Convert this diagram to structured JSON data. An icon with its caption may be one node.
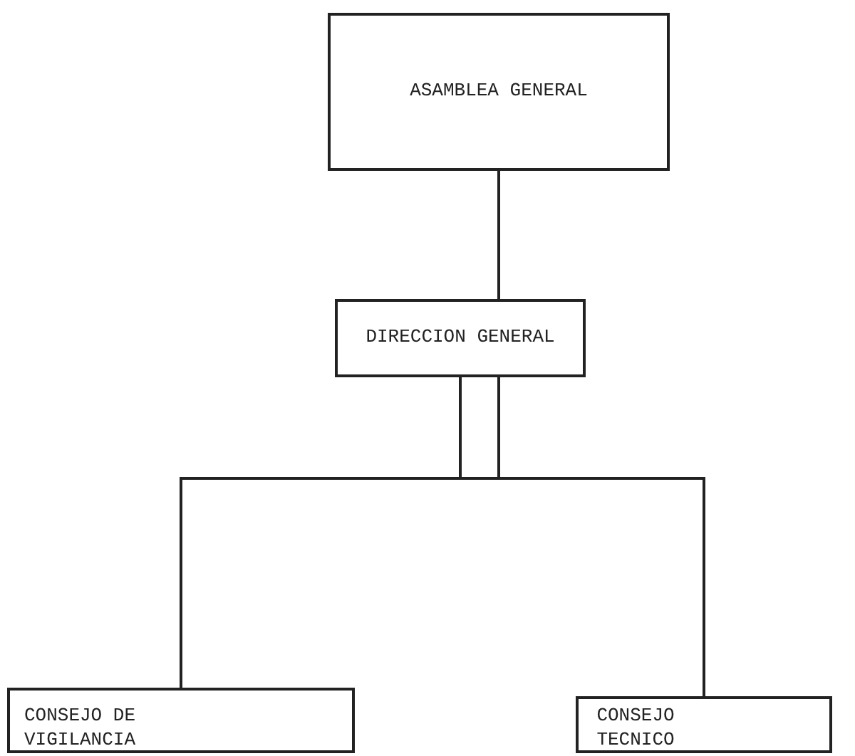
{
  "diagram": {
    "nodes": [
      {
        "text": [
          "ASAMBLEA GENERAL"
        ]
      },
      {
        "text": [
          "DIRECCION GENERAL"
        ]
      },
      {
        "text": [
          "CONSEJO DE VIGILANCIA"
        ]
      },
      {
        "text": [
          "CONSEJO TECNICO"
        ]
      }
    ],
    "edges": [
      {
        "from": 0,
        "to": 1,
        "arrow": "none"
      },
      {
        "from": 1,
        "to": 2,
        "arrow": "none"
      },
      {
        "from": 1,
        "to": 3,
        "arrow": "none"
      }
    ]
  }
}
